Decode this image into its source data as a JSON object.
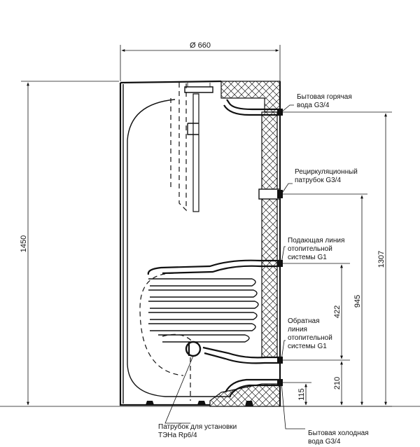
{
  "dimensions": {
    "diameter": "Ø 660",
    "height_total": "1450",
    "hot_water_height": "1307",
    "supply_height": "945",
    "coil_height": "422",
    "return_height": "210",
    "cold_water_height": "115"
  },
  "labels": {
    "hot_water_line1": "Бытовая горячая",
    "hot_water_line2": "вода G3/4",
    "recirc_line1": "Рециркуляционный",
    "recirc_line2": "патрубок G3/4",
    "supply_line1": "Подающая линия",
    "supply_line2": "отопительной",
    "supply_line3": "системы G1",
    "return_line1": "Обратная",
    "return_line2": "линия",
    "return_line3": "отопительной",
    "return_line4": "системы G1",
    "heater_line1": "Патрубок для установки",
    "heater_line2": "ТЭНа Rp6/4",
    "cold_water_line1": "Бытовая холодная",
    "cold_water_line2": "вода G3/4"
  }
}
